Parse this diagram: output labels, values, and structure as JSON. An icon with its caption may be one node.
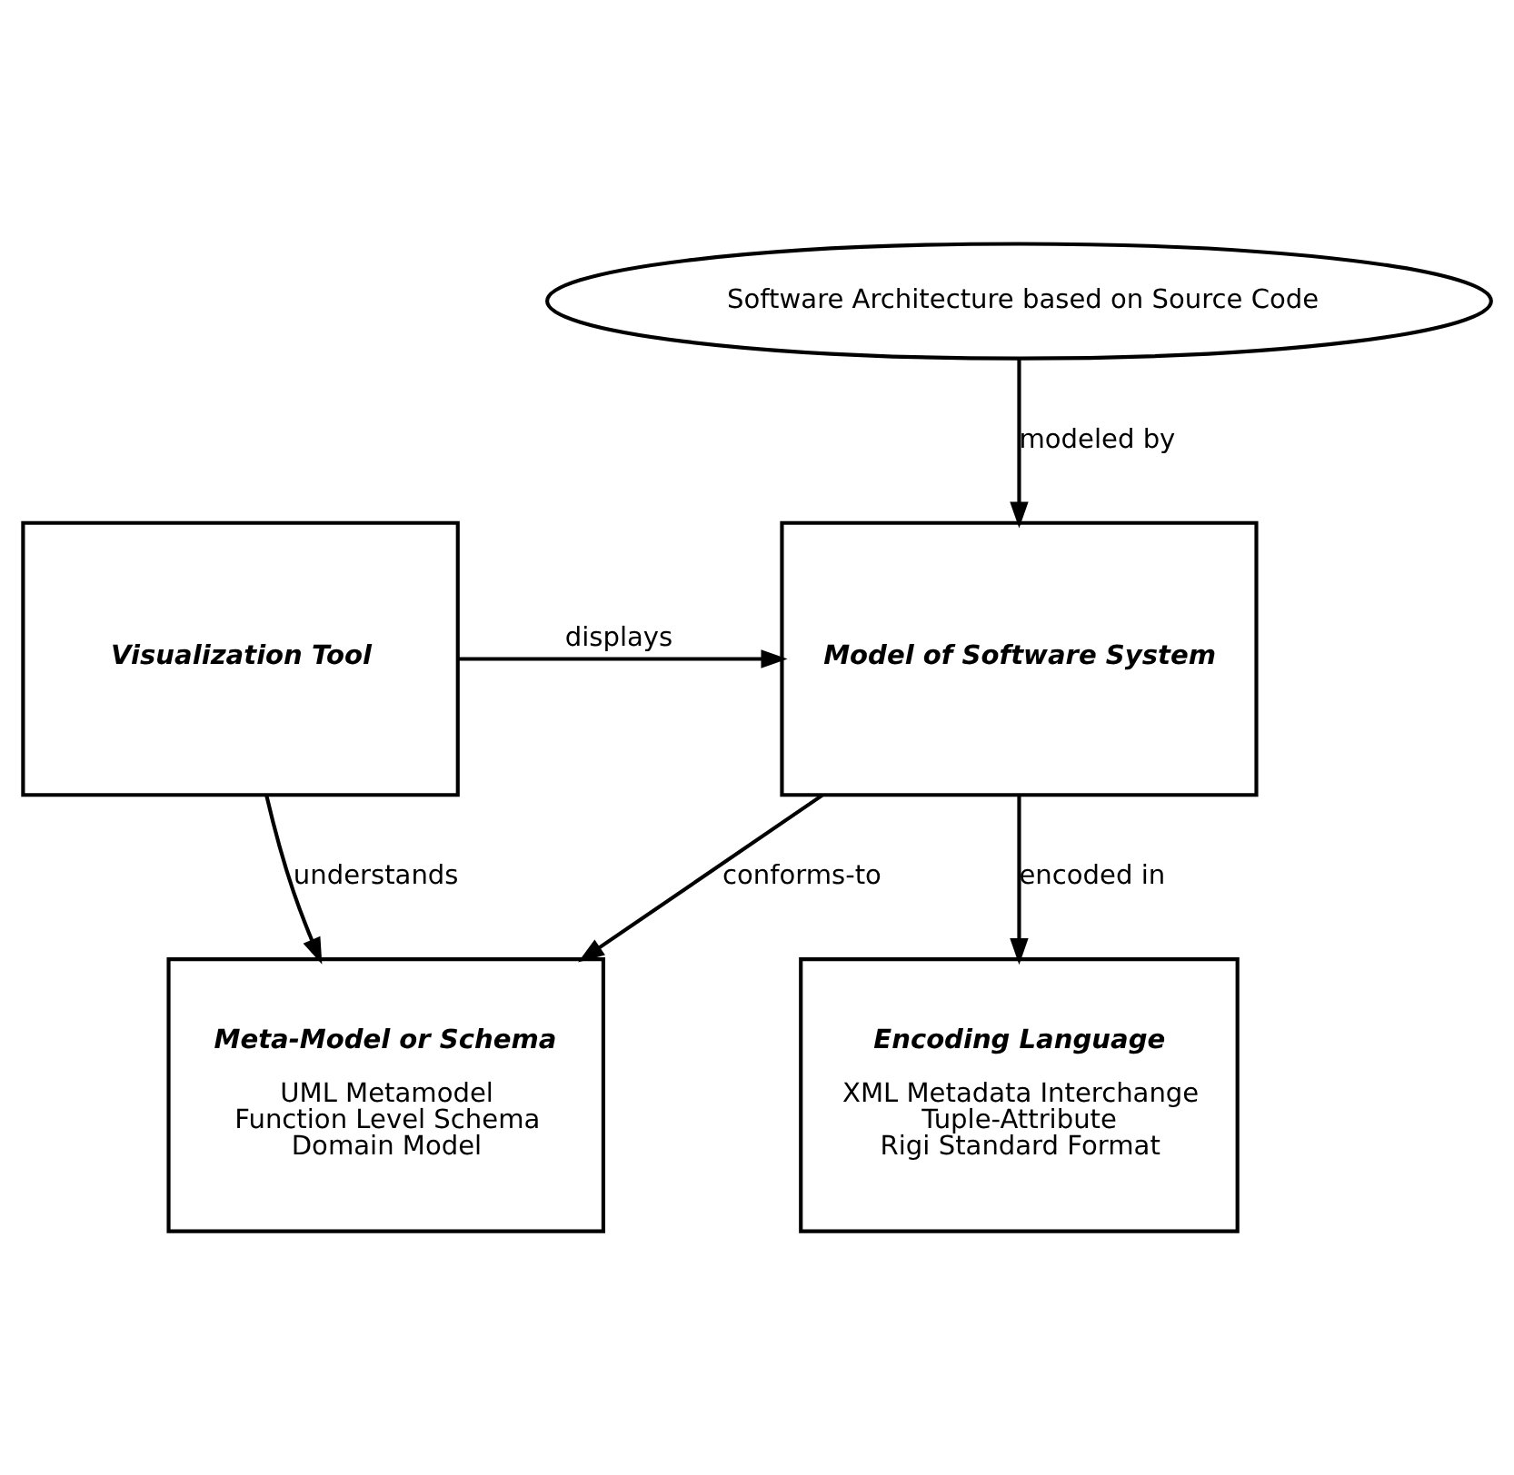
{
  "diagram": {
    "nodes": [
      {
        "text": [
          "Software Architecture based on Source Code"
        ]
      },
      {
        "text": [
          "Model of Software System"
        ]
      },
      {
        "text": [
          "Visualization Tool"
        ]
      },
      {
        "text": [
          "Encoding Language",
          "XML Metadata Interchange",
          "Tuple-Attribute",
          "Rigi Standard Format"
        ]
      },
      {
        "text": [
          "Meta-Model or Schema",
          "UML Metamodel",
          "Function Level Schema",
          "Domain Model"
        ]
      }
    ],
    "edges": [
      {
        "from": 0,
        "to": 1,
        "arrow": "to",
        "label": "modeled by"
      },
      {
        "from": 2,
        "to": 1,
        "arrow": "to",
        "label": "displays"
      },
      {
        "from": 1,
        "to": 3,
        "arrow": "to",
        "label": "encoded in"
      },
      {
        "from": 1,
        "to": 4,
        "arrow": "to",
        "label": "conforms-to"
      },
      {
        "from": 2,
        "to": 4,
        "arrow": "to",
        "label": "understands"
      }
    ]
  }
}
